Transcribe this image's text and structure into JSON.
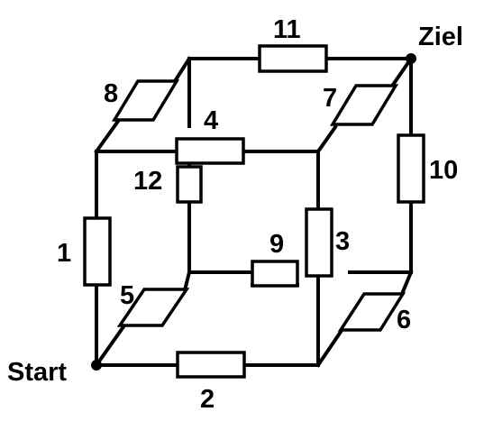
{
  "labels": {
    "start": "Start",
    "goal": "Ziel"
  },
  "resistors": [
    {
      "id": "r1",
      "label": "1"
    },
    {
      "id": "r2",
      "label": "2"
    },
    {
      "id": "r3",
      "label": "3"
    },
    {
      "id": "r4",
      "label": "4"
    },
    {
      "id": "r5",
      "label": "5"
    },
    {
      "id": "r6",
      "label": "6"
    },
    {
      "id": "r7",
      "label": "7"
    },
    {
      "id": "r8",
      "label": "8"
    },
    {
      "id": "r9",
      "label": "9"
    },
    {
      "id": "r10",
      "label": "10"
    },
    {
      "id": "r11",
      "label": "11"
    },
    {
      "id": "r12",
      "label": "12"
    }
  ],
  "colors": {
    "ink": "#000000",
    "background": "#ffffff"
  }
}
